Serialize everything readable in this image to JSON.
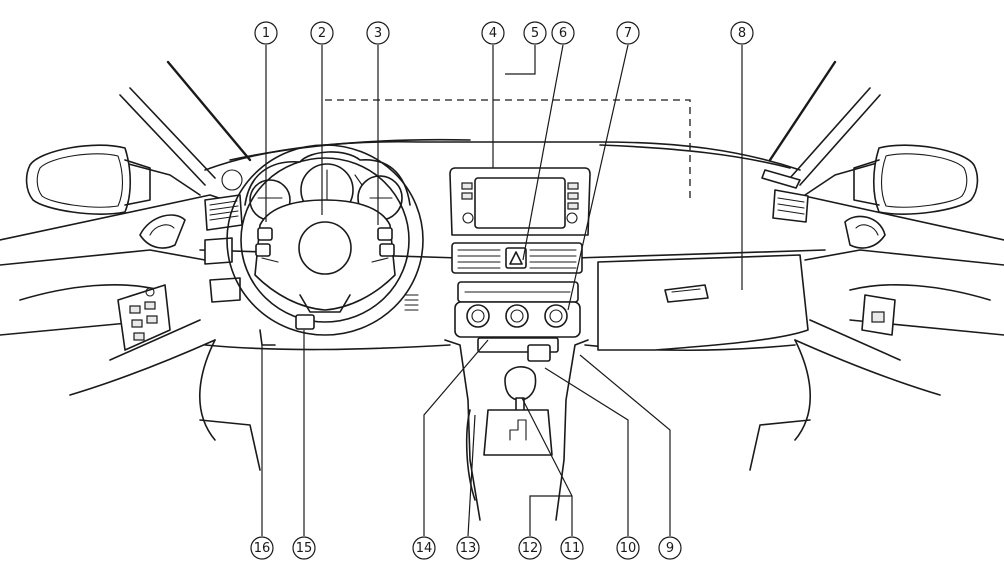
{
  "figure": {
    "callouts": [
      {
        "label": "1"
      },
      {
        "label": "2"
      },
      {
        "label": "3"
      },
      {
        "label": "4"
      },
      {
        "label": "5"
      },
      {
        "label": "6"
      },
      {
        "label": "7"
      },
      {
        "label": "8"
      },
      {
        "label": "9"
      },
      {
        "label": "10"
      },
      {
        "label": "11"
      },
      {
        "label": "12"
      },
      {
        "label": "13"
      },
      {
        "label": "14"
      },
      {
        "label": "15"
      },
      {
        "label": "16"
      }
    ]
  }
}
